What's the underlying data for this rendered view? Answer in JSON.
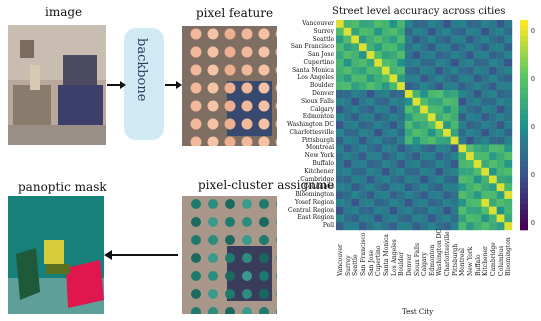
{
  "diagram": {
    "image_label": "image",
    "backbone_label": "backbone",
    "pixel_feature_label": "pixel feature",
    "pixel_cluster_label": "pixel-cluster assignme",
    "panoptic_mask_label": "panoptic mask"
  },
  "chart_data": {
    "type": "heatmap",
    "title": "Street level accuracy across cities",
    "xlabel": "Test City",
    "ylabel": "",
    "rows": [
      "Vancouver",
      "Surrey",
      "Seattle",
      "San Francisco",
      "San Jose",
      "Cupertino",
      "Santa Monica",
      "Los Angeles",
      "Boulder",
      "Denver",
      "Sioux Falls",
      "Calgary",
      "Edmonton",
      "Washington DC",
      "Charlottesville",
      "Pittsburgh",
      "Montreal",
      "New York",
      "Buffalo",
      "Kitchener",
      "Cambridge",
      "Columbus",
      "Bloomington",
      "Yosef Region",
      "Central Region",
      "East Region",
      "Pell"
    ],
    "columns": [
      "Vancouver",
      "Surrey",
      "Seattle",
      "San Francisco",
      "San Jose",
      "Cupertino",
      "Santa Monica",
      "Los Angeles",
      "Boulder",
      "Denver",
      "Sioux Falls",
      "Calgary",
      "Edmonton",
      "Washington DC",
      "Charlottesville",
      "Pittsburgh",
      "Montreal",
      "New York",
      "Buffalo",
      "Kitchener",
      "Cambridge",
      "Columbus",
      "Bloomington"
    ],
    "colorbar_ticks": [
      "0",
      "0",
      "0",
      "0",
      "0"
    ],
    "colormap": [
      "#440154",
      "#3b528b",
      "#21918c",
      "#5ec962",
      "#fde725"
    ]
  }
}
